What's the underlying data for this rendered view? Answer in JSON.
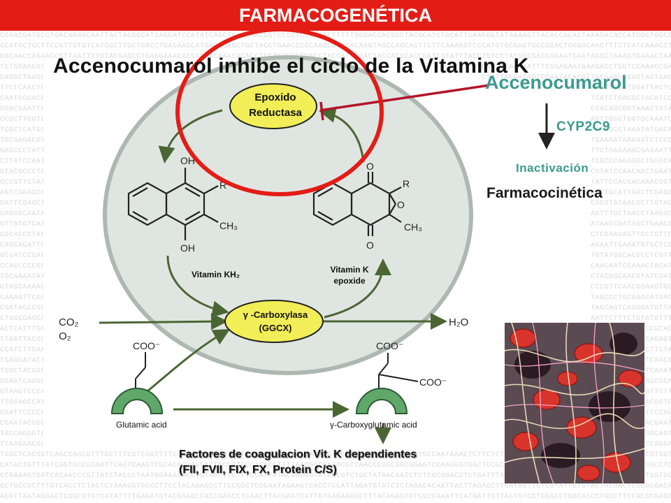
{
  "header": {
    "title": "FARMACOGENÉTICA"
  },
  "slide": {
    "subtitle": "Accenocumarol inhibe el ciclo de la Vitamina K"
  },
  "cycle": {
    "epoxide_reductase": [
      "Epoxido",
      "Reductasa"
    ],
    "carboxylase": [
      "γ -Carboxylasa",
      "(GGCX)"
    ],
    "vitamin_kh2": "Vitamin KH₂",
    "vitamin_k_epoxide": [
      "Vitamin K",
      "epoxide"
    ],
    "inputs": [
      "CO₂",
      "O₂"
    ],
    "output": "H₂O",
    "glutamic_acid": "Glutamic acid",
    "carboxyglutamic_acid": "γ-Carboxyglutamic acid",
    "coo": "COO⁻",
    "hydroquinone_labels": {
      "oh": "OH",
      "r": "R",
      "ch3": "CH₃"
    },
    "epoxide_labels": {
      "o": "O",
      "r": "R",
      "ch3": "CH₃"
    }
  },
  "pharmacology": {
    "drug": "Accenocumarol",
    "enzyme": "CYP2C9",
    "inactivation": "Inactivación",
    "category": "Farmacocinética"
  },
  "factors": {
    "line1": "Factores de coagulacion Vit. K dependientes",
    "line2": "(FII, FVII, FIX, FX, Protein C/S)"
  },
  "colors": {
    "title_red": "#e41c16",
    "teal_text": "#3b9a8e",
    "cell_fill": "#dfe6e2",
    "cell_border": "#aeb8b3",
    "enzyme_fill": "#f2ee58",
    "arrow_green": "#4b6632",
    "highlight_red": "#e41c16",
    "inhibitor_line": "#b3152a",
    "enzyme_green": "#5fa86a"
  }
}
